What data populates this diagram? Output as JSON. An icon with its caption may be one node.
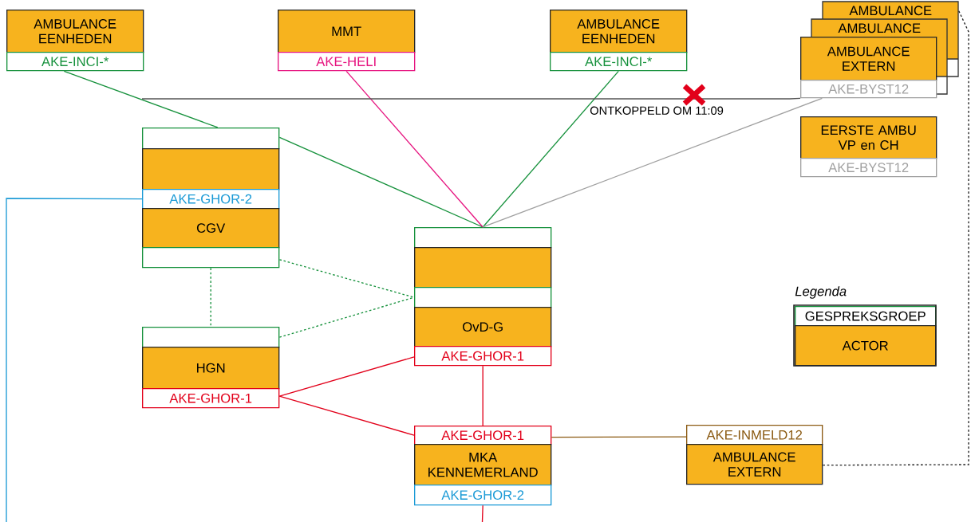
{
  "diagram": {
    "nodes": [
      {
        "text": [
          "AMBULANCE EENHEDEN"
        ]
      },
      {
        "text": [
          "AKE-INCI-*"
        ]
      },
      {
        "text": [
          "MMT"
        ]
      },
      {
        "text": [
          "AKE-HELI"
        ]
      },
      {
        "text": [
          "AMBULANCE EENHEDEN"
        ]
      },
      {
        "text": [
          "AKE-INCI-*"
        ]
      },
      {
        "text": [
          "AMBULANCE"
        ]
      },
      {
        "text": [
          "AMBULANCE"
        ]
      },
      {
        "text": [
          "AMBULANCE EXTERN"
        ]
      },
      {
        "text": [
          "AKE-BYST12"
        ]
      },
      {
        "text": [
          "EERSTE AMBU VP en CH"
        ]
      },
      {
        "text": [
          "AKE-BYST12"
        ]
      },
      {
        "text": [],
        "shape": "box"
      },
      {
        "text": [],
        "shape": "box"
      },
      {
        "text": [
          "AKE-GHOR-2"
        ]
      },
      {
        "text": [
          "CGV"
        ]
      },
      {
        "text": [],
        "shape": "box"
      },
      {
        "text": [],
        "shape": "box"
      },
      {
        "text": [],
        "shape": "box"
      },
      {
        "text": [],
        "shape": "box"
      },
      {
        "text": [
          "OvD-G"
        ]
      },
      {
        "text": [
          "AKE-GHOR-1"
        ]
      },
      {
        "text": [],
        "shape": "box"
      },
      {
        "text": [
          "HGN"
        ]
      },
      {
        "text": [
          "AKE-GHOR-1"
        ]
      },
      {
        "text": [
          "AKE-GHOR-1"
        ]
      },
      {
        "text": [
          "MKA KENNEMERLAND"
        ]
      },
      {
        "text": [
          "AKE-GHOR-2"
        ]
      },
      {
        "text": [
          "AKE-INMELD12"
        ]
      },
      {
        "text": [
          "AMBULANCE EXTERN"
        ]
      }
    ],
    "edges": [
      {
        "from": 1,
        "to": 12,
        "arrow": "none",
        "color": "#16913c"
      },
      {
        "from": 12,
        "to": 17,
        "arrow": "none",
        "color": "#16913c"
      },
      {
        "from": 3,
        "to": 17,
        "arrow": "none",
        "color": "#e6137f"
      },
      {
        "from": 5,
        "to": 17,
        "arrow": "none",
        "color": "#16913c"
      },
      {
        "from": 9,
        "to": 17,
        "arrow": "none",
        "color": "#a0a0a0"
      },
      {
        "from": null,
        "to": 9,
        "arrow": "none",
        "label": "ONTKOPPELD OM 11:09",
        "color": "#555555"
      },
      {
        "from": 16,
        "to": 19,
        "arrow": "none",
        "style": "dashed",
        "color": "#16913c"
      },
      {
        "from": 16,
        "to": 22,
        "arrow": "none",
        "style": "dashed",
        "color": "#16913c"
      },
      {
        "from": 22,
        "to": 19,
        "arrow": "none",
        "style": "dashed",
        "color": "#16913c"
      },
      {
        "from": 24,
        "to": 21,
        "arrow": "none",
        "color": "#e2001a"
      },
      {
        "from": 24,
        "to": 25,
        "arrow": "none",
        "color": "#e2001a"
      },
      {
        "from": 21,
        "to": 25,
        "arrow": "none",
        "color": "#e2001a"
      },
      {
        "from": 27,
        "to": null,
        "arrow": "none",
        "color": "#e2001a"
      },
      {
        "from": 14,
        "to": null,
        "arrow": "none",
        "color": "#1a9ad6"
      },
      {
        "from": 25,
        "to": 28,
        "arrow": "none",
        "color": "#8b5a12"
      },
      {
        "from": 29,
        "to": 6,
        "arrow": "none",
        "style": "dashed",
        "color": "#222222"
      }
    ],
    "labels": [
      "Legenda"
    ],
    "legend": [
      {
        "text": "GESPREKSGROEP",
        "color": "#ffffff"
      },
      {
        "text": "ACTOR",
        "color": "#f7b31e"
      }
    ]
  }
}
